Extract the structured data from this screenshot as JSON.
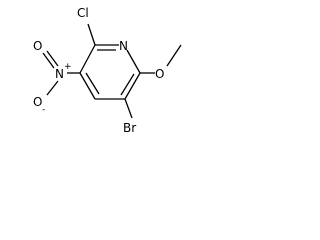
{
  "molecule": {
    "atoms": {
      "chlorine": "Cl",
      "ring_nitrogen": "N",
      "nitro_nitrogen": "N",
      "nitro_nitrogen_charge": "+",
      "nitro_oxygen_top": "O",
      "nitro_oxygen_bottom": "O",
      "nitro_oxygen_bottom_charge": "-",
      "methoxy_oxygen": "O",
      "bromine": "Br"
    }
  }
}
